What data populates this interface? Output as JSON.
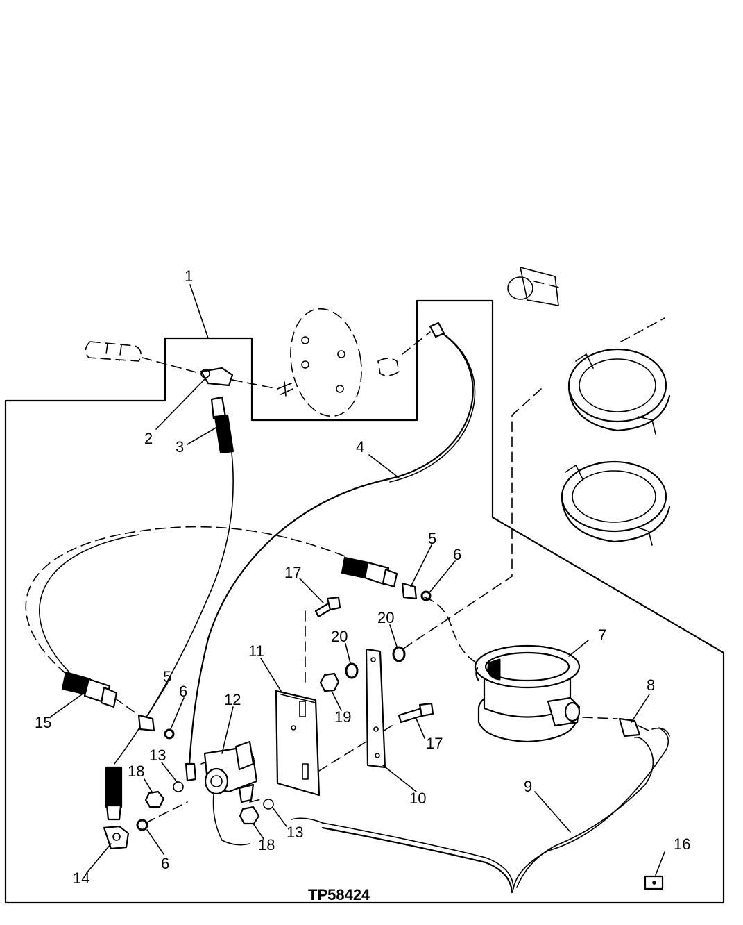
{
  "figure_code": "TP58424",
  "callouts": {
    "c1": "1",
    "c2": "2",
    "c3": "3",
    "c4": "4",
    "c5a": "5",
    "c5b": "5",
    "c6a": "6",
    "c6b": "6",
    "c6c": "6",
    "c7": "7",
    "c8": "8",
    "c9": "9",
    "c10": "10",
    "c11": "11",
    "c12": "12",
    "c13a": "13",
    "c13b": "13",
    "c14": "14",
    "c15": "15",
    "c16": "16",
    "c17a": "17",
    "c17b": "17",
    "c18a": "18",
    "c18b": "18",
    "c19": "19",
    "c20a": "20",
    "c20b": "20"
  }
}
